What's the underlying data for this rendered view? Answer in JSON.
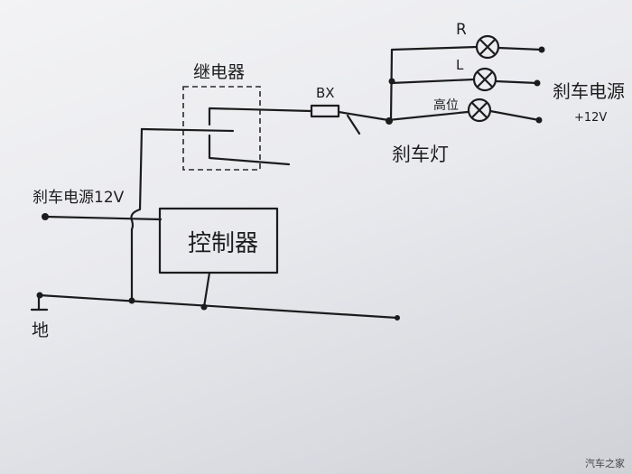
{
  "labels": {
    "relay": "继电器",
    "fuse": "BX",
    "lamp_r": "R",
    "lamp_l": "L",
    "lamp_high": "高位",
    "brake_power_right": "刹车电源",
    "brake_power_right_voltage": "+12V",
    "brake_light": "刹车灯",
    "brake_power_left": "刹车电源12V",
    "controller": "控制器",
    "ground": "地"
  },
  "watermark": "汽车之家"
}
